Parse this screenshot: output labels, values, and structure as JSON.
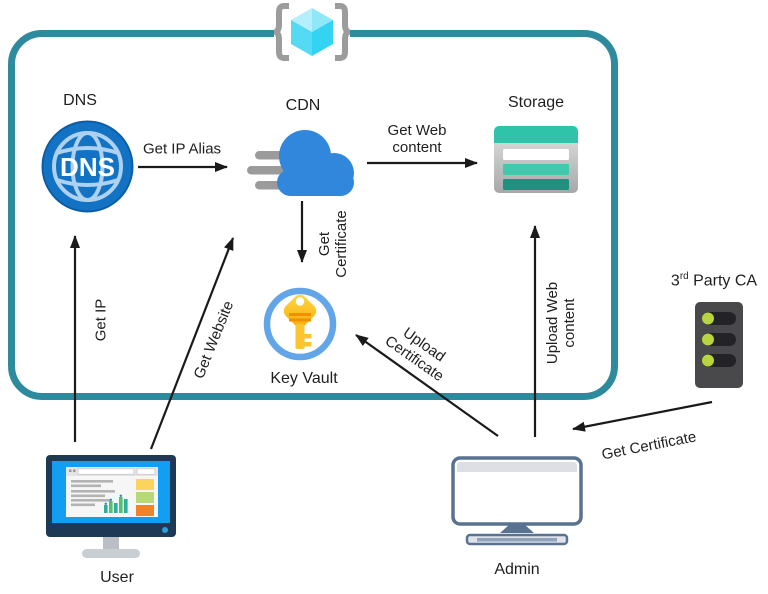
{
  "diagram_type": "architecture-diagram",
  "nodes": {
    "dns": {
      "label": "DNS"
    },
    "cdn": {
      "label": "CDN"
    },
    "storage": {
      "label": "Storage"
    },
    "key_vault": {
      "label": "Key Vault"
    },
    "third_party_ca": {
      "pre": "3",
      "sup": "rd",
      "post": " Party CA"
    },
    "user": {
      "label": "User"
    },
    "admin": {
      "label": "Admin"
    }
  },
  "edges": {
    "get_ip_alias": {
      "from": "DNS",
      "to": "CDN",
      "lines": [
        "Get IP Alias"
      ]
    },
    "get_web_content": {
      "from": "CDN",
      "to": "Storage",
      "lines": [
        "Get Web",
        "content"
      ]
    },
    "get_certificate_cdn": {
      "from": "CDN",
      "to": "Key Vault",
      "lines": [
        "Get",
        "Certificate"
      ]
    },
    "get_ip": {
      "from": "User",
      "to": "DNS",
      "lines": [
        "Get IP"
      ]
    },
    "get_website": {
      "from": "User",
      "to": "CDN",
      "lines": [
        "Get Website"
      ]
    },
    "upload_certificate": {
      "from": "Admin",
      "to": "Key Vault",
      "lines": [
        "Upload",
        "Certificate"
      ]
    },
    "upload_web_content": {
      "from": "Admin",
      "to": "Storage",
      "lines": [
        "Upload Web",
        "content"
      ]
    },
    "get_certificate_ca": {
      "from": "3rd Party CA",
      "to": "Admin",
      "lines": [
        "Get Certificate"
      ]
    }
  },
  "icons": {
    "azure_boundary": "azure-cube-icon",
    "dns_globe_text": "DNS"
  },
  "colors": {
    "boundary_teal": "#2e8b9e",
    "arrow_black": "#1a1a1a",
    "dns_blue": "#1273c4",
    "cdn_blue": "#3087db",
    "storage_teal": "#2fc3a9",
    "storage_teal_dark": "#20917e",
    "key_gold": "#fcc431",
    "key_ring_blue": "#63a5e9",
    "server_gray": "#49494c",
    "led_green": "#b8d43e",
    "user_screen_blue": "#149ef2",
    "admin_slate": "#5a7291",
    "azure_cube_cyan": "#50d9f4",
    "brace_gray": "#9c9c9c"
  }
}
